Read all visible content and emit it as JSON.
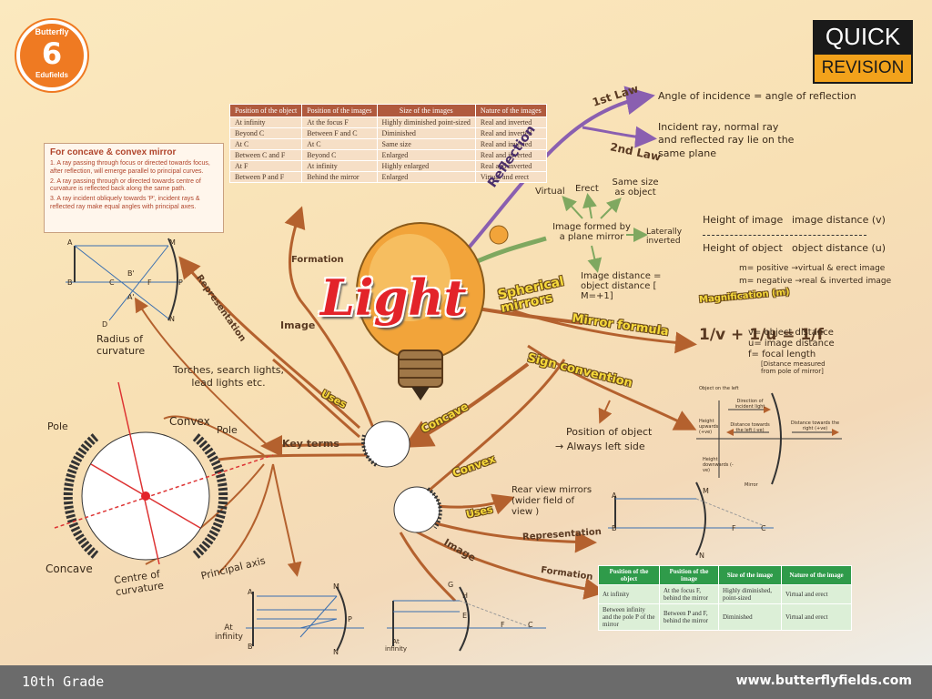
{
  "brand": {
    "logo_top": "Butterfly",
    "logo_digit": "6",
    "logo_bottom": "Edufields",
    "badge_top": "QUICK",
    "badge_bottom": "REVISION"
  },
  "title": "Light",
  "footer": {
    "grade": "10th Grade",
    "website": "www.butterflyfields.com"
  },
  "rules_box": {
    "title": "For concave & convex mirror",
    "rules": [
      "1. A ray passing through focus or directed towards focus, after reflection, will emerge parallel to principal curves.",
      "2. A ray passing through or directed towards centre of curvature is reflected back along the same path.",
      "3. A ray incident obliquely towards 'P', incident rays & reflected ray make equal angles with principal axes."
    ]
  },
  "concave_table": {
    "headers": [
      "Position of the object",
      "Position of the images",
      "Size of the images",
      "Nature of the images"
    ],
    "rows": [
      [
        "At infinity",
        "At the focus F",
        "Highly diminished point-sized",
        "Real and inverted"
      ],
      [
        "Beyond C",
        "Between F and C",
        "Diminished",
        "Real and inverted"
      ],
      [
        "At C",
        "At C",
        "Same size",
        "Real and inverted"
      ],
      [
        "Between C and F",
        "Beyond C",
        "Enlarged",
        "Real and inverted"
      ],
      [
        "At F",
        "At infinity",
        "Highly enlarged",
        "Real and inverted"
      ],
      [
        "Between P and F",
        "Behind the mirror",
        "Enlarged",
        "Virtual and erect"
      ]
    ]
  },
  "convex_table": {
    "headers": [
      "Position of the object",
      "Position of the image",
      "Size of the image",
      "Nature of the image"
    ],
    "rows": [
      [
        "At infinity",
        "At the focus F, behind the mirror",
        "Highly diminished, point-sized",
        "Virtual and erect"
      ],
      [
        "Between infinity and the pole P of the mirror",
        "Between P and F, behind the mirror",
        "Diminished",
        "Virtual and erect"
      ]
    ]
  },
  "reflection": {
    "label": "Reflection",
    "law1_label": "1st Law",
    "law1_text": "Angle of incidence = angle of reflection",
    "law2_label": "2nd Law",
    "law2_text": "Incident ray, normal ray and reflected ray lie on the same plane",
    "plane_mirror": "Image formed by a plane mirror",
    "virtual": "Virtual",
    "erect": "Erect",
    "same_size": "Same size as object",
    "laterally": "Laterally inverted",
    "image_distance": "Image distance = object distance [ M=+1]"
  },
  "spherical": {
    "label": "Spherical mirrors",
    "mirror_formula": "Mirror formula",
    "formula": "1/v + 1/u = 1/f",
    "v": "v= object distance",
    "u": "u= image distance",
    "f": "f= focal length",
    "distance_note": "[Distance measured from pole of mirror]",
    "sign_convention": "Sign convention",
    "position_object": "Position of object",
    "always_left": "→ Always left side",
    "magnification": "Magnification (m)",
    "mag_num": "Height of image",
    "mag_den": "Height of object",
    "mag_num2": "image distance (v)",
    "mag_den2": "object distance (u)",
    "m_pos": "m= positive →virtual & erect image",
    "m_neg": "m= negative →real & inverted image",
    "sign_diag": {
      "object_left": "Object on the left",
      "direction": "Direction of incident light",
      "height_up": "Height upwards (+ve)",
      "dist_left": "Distance towards the left (-ve)",
      "dist_right": "Distance towards the right (+ve)",
      "height_down": "Height downwards (-ve)",
      "mirror": "Mirror"
    }
  },
  "concave": {
    "label": "Concave",
    "uses": "Uses",
    "uses_text": "Torches, search lights, lead lights etc.",
    "image": "Image",
    "formation": "Formation",
    "representation": "Representation",
    "radius": "Radius of curvature"
  },
  "convex": {
    "label": "Convex",
    "uses": "Uses",
    "uses_text": "Rear view mirrors (wider field of view )",
    "image": "Image",
    "representation": "Representation",
    "formation": "Formation"
  },
  "key_terms": {
    "label": "Key terms",
    "pole": "Pole",
    "pole2": "Pole",
    "convex": "Convex",
    "concave": "Concave",
    "centre": "Centre of curvature",
    "principal": "Principal axis"
  },
  "diagram_labels": {
    "A": "A",
    "B": "B",
    "C": "C",
    "F": "F",
    "P": "P",
    "M": "M",
    "N": "N",
    "D": "D",
    "B1": "B'",
    "A1": "A'",
    "E": "E",
    "G": "G",
    "H": "H",
    "at_infinity": "At infinity"
  }
}
